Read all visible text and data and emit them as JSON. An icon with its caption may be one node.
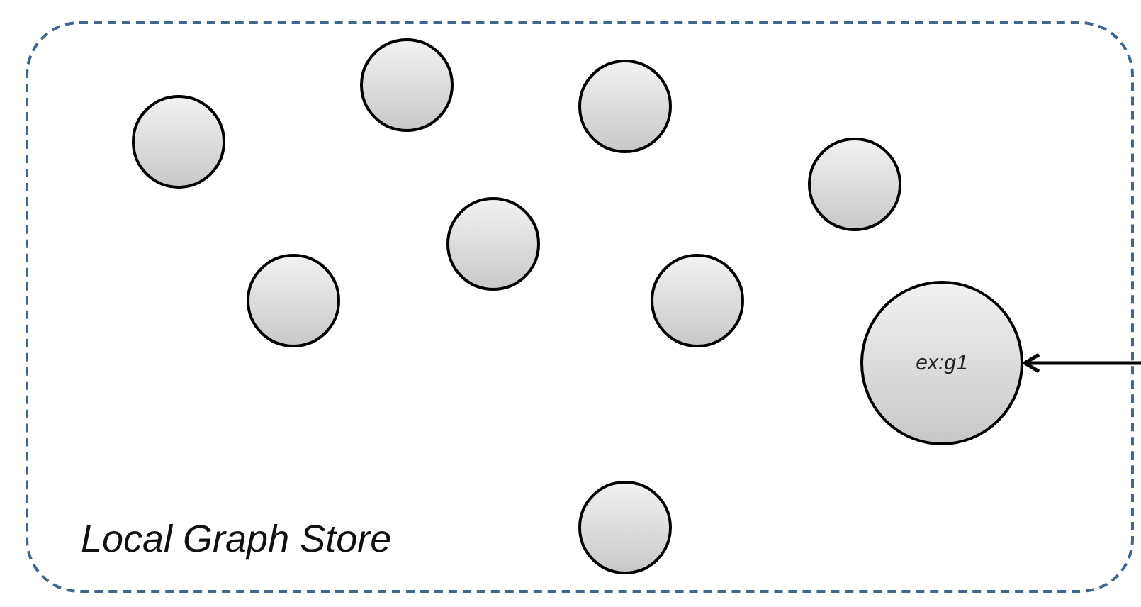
{
  "diagram": {
    "nodes": [
      {
        "text": [
          "Local Graph Store"
        ]
      },
      {
        "text": [],
        "shape": "circle",
        "in": 0
      },
      {
        "text": [],
        "shape": "circle",
        "in": 0
      },
      {
        "text": [],
        "shape": "circle",
        "in": 0
      },
      {
        "text": [],
        "shape": "circle",
        "in": 0
      },
      {
        "text": [],
        "shape": "circle",
        "in": 0
      },
      {
        "text": [],
        "shape": "circle",
        "in": 0
      },
      {
        "text": [],
        "shape": "circle",
        "in": 0
      },
      {
        "text": [
          "ex:g1"
        ],
        "in": 0
      },
      {
        "text": [],
        "shape": "circle",
        "in": 0
      }
    ],
    "edges": [
      {
        "from": null,
        "to": 8,
        "arrow": "to"
      }
    ]
  }
}
